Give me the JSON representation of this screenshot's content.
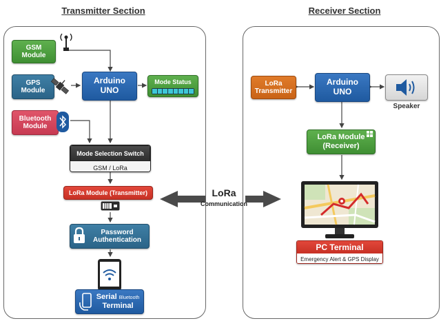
{
  "transmitter": {
    "title": "Transmitter Section",
    "gsm_line1": "GSM",
    "gsm_line2": "Module",
    "gps_line1": "GPS",
    "gps_line2": "Module",
    "arduino_line1": "Arduino",
    "arduino_line2": "UNO",
    "mode_status": "Mode Status",
    "bluetooth_line1": "Bluetooth",
    "bluetooth_line2": "Module",
    "mode_switch_title": "Mode Selection Switch",
    "mode_switch_options": "GSM / LoRa",
    "lora_tx": "LoRa Module (Transmitter)",
    "password_line1": "Password",
    "password_line2": "Authentication",
    "serial_word": "Serial",
    "serial_bluetooth": "Bluetooth",
    "serial_terminal": "Terminal"
  },
  "link": {
    "title": "LoRa",
    "subtitle": "Communication"
  },
  "receiver": {
    "title": "Receiver Section",
    "lora_tx_line1": "LoRa",
    "lora_tx_line2": "Transmitter",
    "arduino_line1": "Arduino",
    "arduino_line2": "UNO",
    "speaker": "Speaker",
    "lora_rx_line1": "LoRa Module",
    "lora_rx_line2": "(Receiver)",
    "pc_terminal": "PC Terminal",
    "pc_caption": "Emergency Alert & GPS Display"
  },
  "colors": {
    "green": "#3f8f33",
    "blue": "#1f5aa0",
    "steel": "#2b6488",
    "pink": "#c73a52",
    "orange": "#c96316",
    "red": "#c73125",
    "teal_status": "#3fc8d8"
  }
}
